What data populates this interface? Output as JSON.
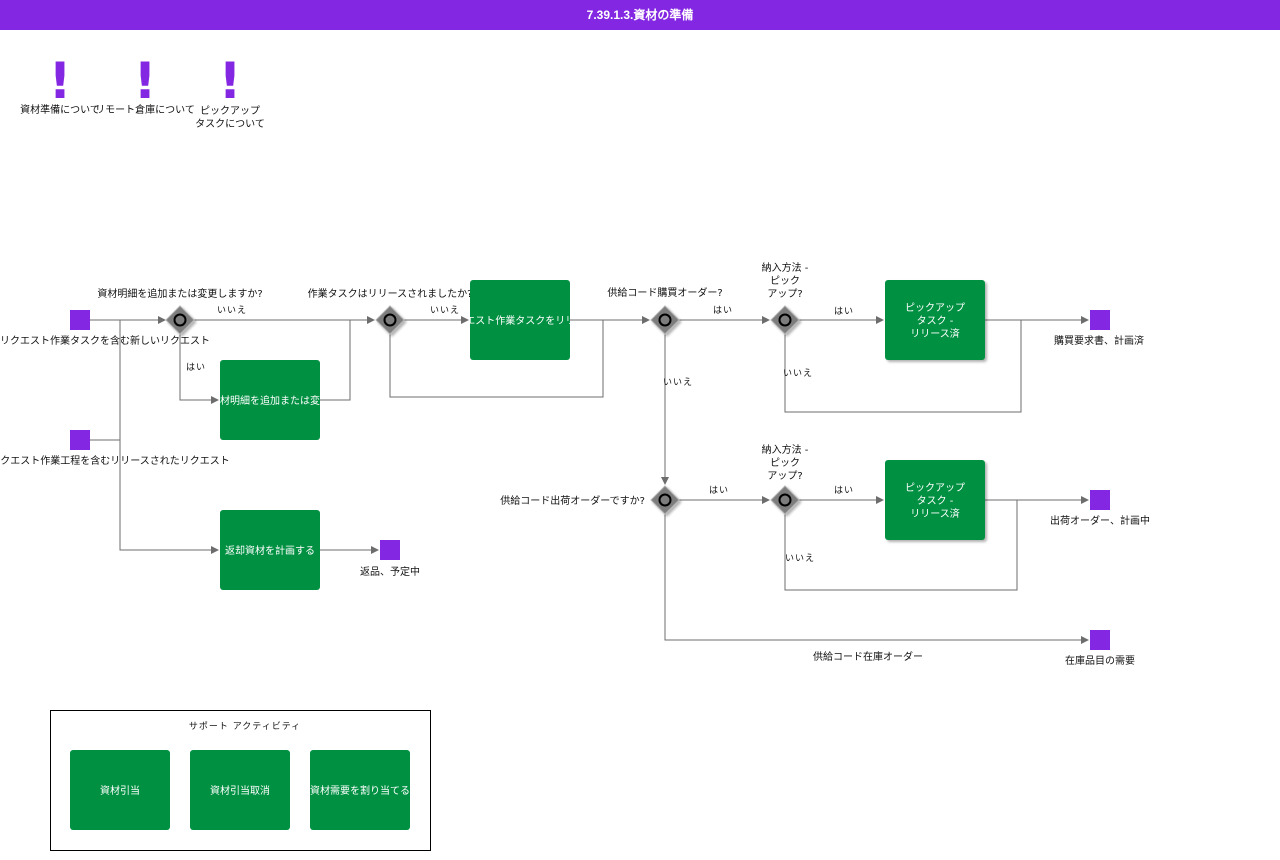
{
  "page": {
    "title": "7.39.1.3.資材の準備"
  },
  "notes": [
    "資材準備について",
    "リモート倉庫について",
    "ピックアップ",
    "タスクについて"
  ],
  "events": {
    "start1": "リクエスト作業タスクを含む新しいリクエスト",
    "start2": "リクエスト作業工程を含むリリースされたリクエスト",
    "return": "返品、予定中",
    "purchase": "購買要求書、計画済",
    "shipment": "出荷オーダー、計画中",
    "inventory": "在庫品目の需要"
  },
  "gateways": {
    "g1": "資材明細を追加または変更しますか?",
    "g2": "作業タスクはリリースされましたか?",
    "g3": "供給コード購買オーダー?",
    "g4": [
      "納入方法 -",
      "ピック",
      "アップ?"
    ],
    "g5": "供給コード出荷オーダーですか?",
    "g6": [
      "納入方法 -",
      "ピック",
      "アップ?"
    ]
  },
  "tasks": {
    "t1": "資材明細を追加または変更",
    "t2": "リクエスト作業タスクをリリース",
    "t3": [
      "ピックアップ",
      "タスク -",
      "リリース済"
    ],
    "t4": [
      "ピックアップ",
      "タスク -",
      "リリース済"
    ],
    "t5": "返却資材を計画する"
  },
  "flow_labels": {
    "g1_no": "いいえ",
    "g1_yes": "はい",
    "g2_no": "いいえ",
    "g3_yes": "はい",
    "g3_no": "いいえ",
    "g4_yes": "はい",
    "g4_no": "いいえ",
    "g5_yes": "はい",
    "g6_yes": "はい",
    "g6_no": "いいえ",
    "inventory_flow": "供給コード在庫オーダー"
  },
  "support": {
    "title": "サポート アクティビティ",
    "items": [
      "資材引当",
      "資材引当取消",
      "資材需要を割り当てる"
    ]
  },
  "colors": {
    "header": "#8427e2",
    "event": "#8427e2",
    "task": "#009042",
    "gateway": "#7d7d7d",
    "connector": "#6d6d6d"
  }
}
